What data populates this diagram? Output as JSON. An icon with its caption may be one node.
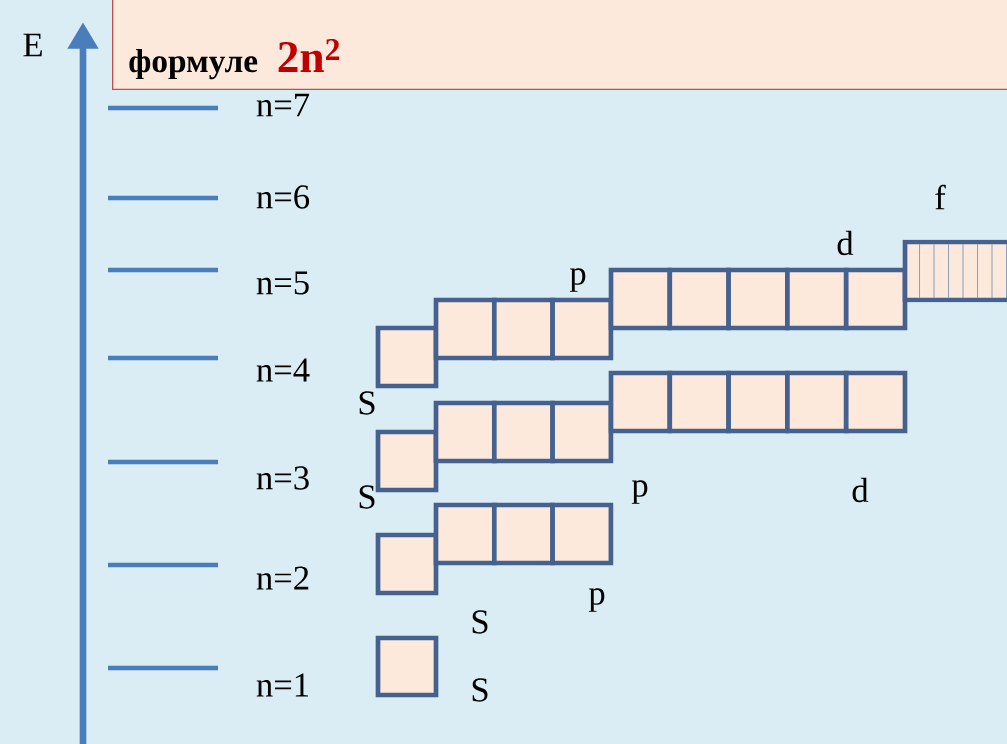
{
  "diagram": {
    "nodes": [
      {
        "text": [
          "формуле",
          "2n$^{2}$"
        ]
      }
    ],
    "labels": [
      "E",
      "n=7",
      "n=6",
      "f",
      "d",
      "n=5",
      "p",
      "n=4",
      "S",
      "n=3",
      "S",
      "p",
      "d",
      "n=2",
      "p",
      "S",
      "n=1",
      "S"
    ]
  }
}
